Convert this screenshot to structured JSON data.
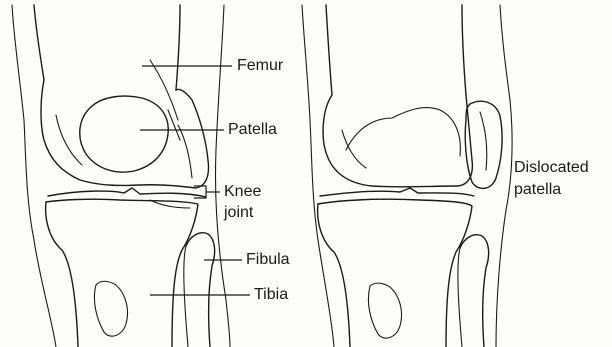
{
  "labels": {
    "femur": "Femur",
    "patella": "Patella",
    "knee_joint_line1": "Knee",
    "knee_joint_line2": "joint",
    "fibula": "Fibula",
    "tibia": "Tibia",
    "dislocated_line1": "Dislocated",
    "dislocated_line2": "patella"
  }
}
